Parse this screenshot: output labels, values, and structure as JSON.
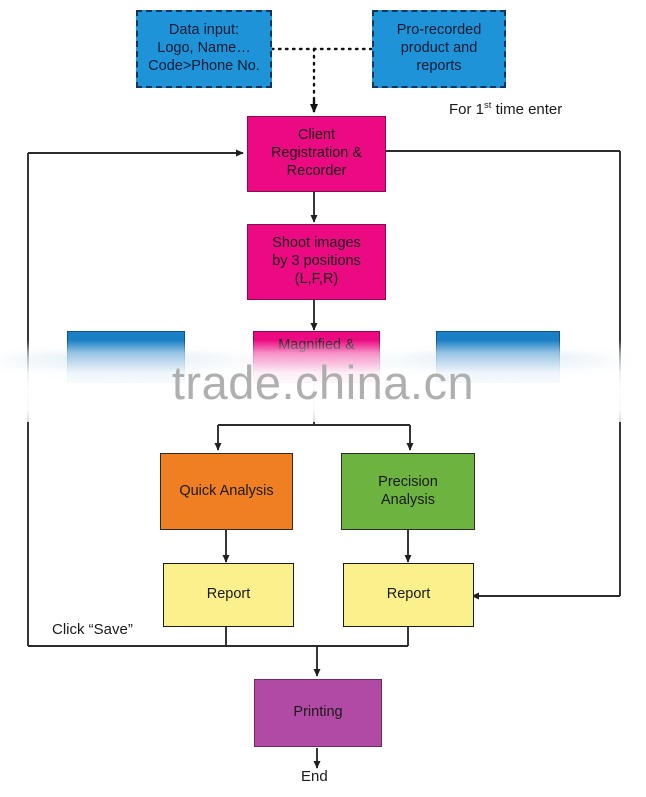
{
  "diagram": {
    "title": "Process flowchart",
    "watermark": "trade.china.cn",
    "colors": {
      "input_blue": "#1f93d8",
      "pink": "#ec0a82",
      "blue": "#1b7fc6",
      "orange": "#ef7f22",
      "green": "#6cb33f",
      "yellow": "#fbf18c",
      "purple": "#b14aa4",
      "connector": "#2b2b2b"
    },
    "nodes": {
      "data_input": {
        "line1": "Data input:",
        "line2": "Logo, Name…",
        "line3": "Code>Phone No."
      },
      "pro_recorded": {
        "line1": "Pro-recorded",
        "line2": "product and",
        "line3": "reports"
      },
      "client_registration": {
        "line1": "Client",
        "line2": "Registration &",
        "line3": "Recorder"
      },
      "shoot_images": {
        "line1": "Shoot images",
        "line2": "by 3 positions",
        "line3": "(L,F,R)"
      },
      "magnified": {
        "line1": "Magnified &"
      },
      "left_blue": {
        "line1": ""
      },
      "right_blue": {
        "line1": ""
      },
      "quick_analysis": {
        "line1": "Quick Analysis"
      },
      "precision_analysis": {
        "line1": "Precision",
        "line2": "Analysis"
      },
      "report_left": {
        "line1": "Report"
      },
      "report_right": {
        "line1": "Report"
      },
      "printing": {
        "line1": "Printing"
      }
    },
    "labels": {
      "first_time_enter_pre": "For 1",
      "first_time_enter_sup": "st",
      "first_time_enter_post": " time enter",
      "click_save": "Click “Save”",
      "end": "End"
    }
  }
}
